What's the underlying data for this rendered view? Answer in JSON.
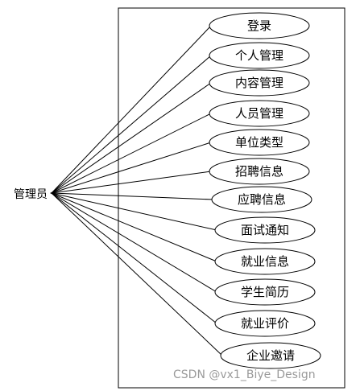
{
  "diagram": {
    "actor": "管理员",
    "use_cases": [
      "登录",
      "个人管理",
      "内容管理",
      "人员管理",
      "单位类型",
      "招聘信息",
      "应聘信息",
      "面试通知",
      "就业信息",
      "学生简历",
      "就业评价",
      "企业邀请"
    ]
  },
  "watermark": "CSDN @vx1_Biye_Design"
}
